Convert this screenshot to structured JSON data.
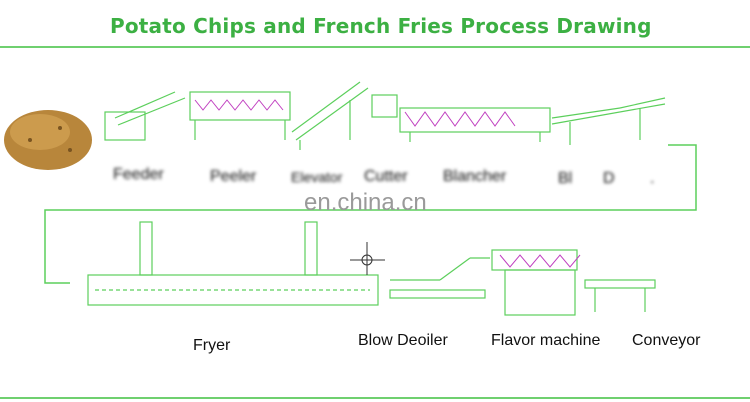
{
  "title": "Potato Chips and French Fries Process Drawing",
  "watermark": "en.china.cn",
  "row1_labels": [
    "Feeder",
    "Peeler",
    "Elevator",
    "Cutter",
    "Blancher",
    "Bl",
    "D",
    "."
  ],
  "row2_labels": [
    "Fryer",
    "Blow Deoiler",
    "Flavor machine",
    "Conveyor"
  ],
  "colors": {
    "title": "#3cb043",
    "lines": "#5ccf5c",
    "machine": "#6a6a6a",
    "accent": "#c040c0"
  }
}
